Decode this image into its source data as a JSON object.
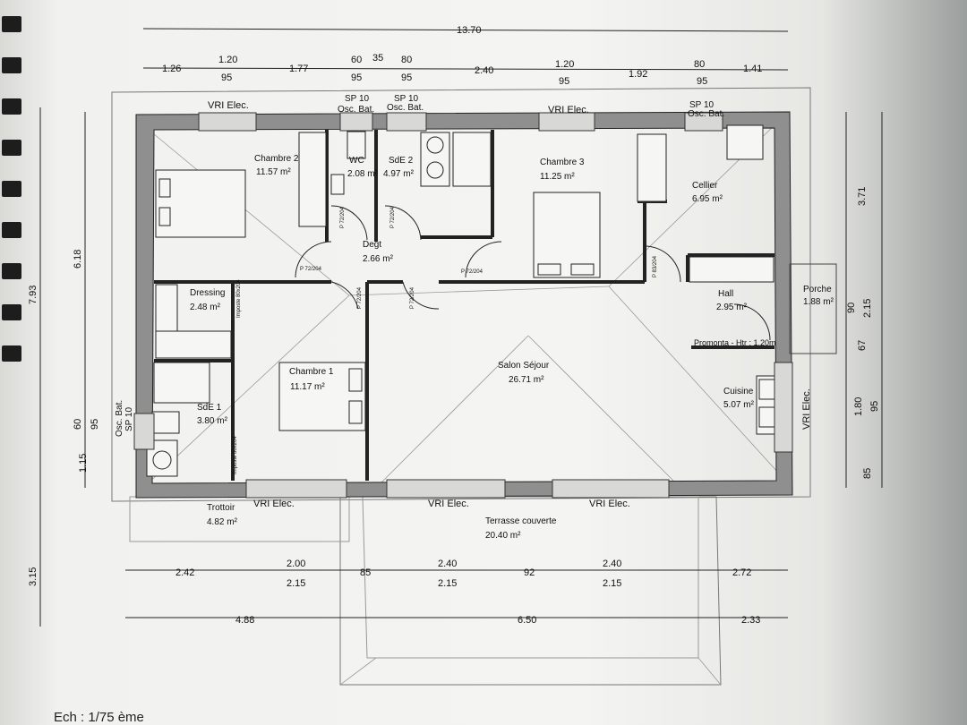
{
  "plan": {
    "scale": "Ech : 1/75 ème",
    "total_width": "13.70",
    "top_dims_upper": [
      "1.20",
      "60",
      "35",
      "80",
      "1.20",
      "80"
    ],
    "top_dims_lower": [
      "1.26",
      "95",
      "1.77",
      "95",
      "95",
      "2.40",
      "95",
      "1.92",
      "95",
      "1.41"
    ],
    "left_dims": [
      "7.93",
      "6.18",
      "95",
      "60",
      "1.15",
      "3.15"
    ],
    "right_dims": [
      "3.71",
      "2.15",
      "90",
      "67",
      "1.80",
      "95",
      "85"
    ],
    "bottom_dims_upper": [
      "2.42",
      "2.00",
      "85",
      "2.40",
      "92",
      "2.40",
      "2.72"
    ],
    "bottom_dims_lower": [
      "2.15",
      "2.15",
      "2.15"
    ],
    "bottom_dims_total": [
      "4.88",
      "6.50",
      "2.33"
    ],
    "rooms": {
      "chambre2": {
        "name": "Chambre 2",
        "area": "11.57 m²"
      },
      "wc": {
        "name": "WC",
        "area": "2.08 m²"
      },
      "sde2": {
        "name": "SdE 2",
        "area": "4.97 m²"
      },
      "chambre3": {
        "name": "Chambre 3",
        "area": "11.25 m²"
      },
      "cellier": {
        "name": "Cellier",
        "area": "6.95 m²"
      },
      "degt": {
        "name": "Degt",
        "area": "2.66 m²"
      },
      "dressing": {
        "name": "Dressing",
        "area": "2.48 m²"
      },
      "hall": {
        "name": "Hall",
        "area": "2.95 m²"
      },
      "porche": {
        "name": "Porche",
        "area": "1.88 m²"
      },
      "chambre1": {
        "name": "Chambre 1",
        "area": "11.17 m²"
      },
      "salon": {
        "name": "Salon Séjour",
        "area": "26.71 m²"
      },
      "cuisine": {
        "name": "Cuisine",
        "area": "5.07 m²"
      },
      "sde1": {
        "name": "SdE 1",
        "area": "3.80 m²"
      },
      "trottoir": {
        "name": "Trottoir",
        "area": "4.82 m²"
      },
      "terrasse": {
        "name": "Terrasse couverte",
        "area": "20.40 m²"
      }
    },
    "window_labels": {
      "vri": "VRI Elec.",
      "sp10": "SP 10",
      "osc": "Osc. Bat."
    },
    "promonta": "Promonta - Htr : 1.20m",
    "door_p72": "P 72/204",
    "door_p83": "P 83/204",
    "imposte": "Imposte 80x204"
  }
}
